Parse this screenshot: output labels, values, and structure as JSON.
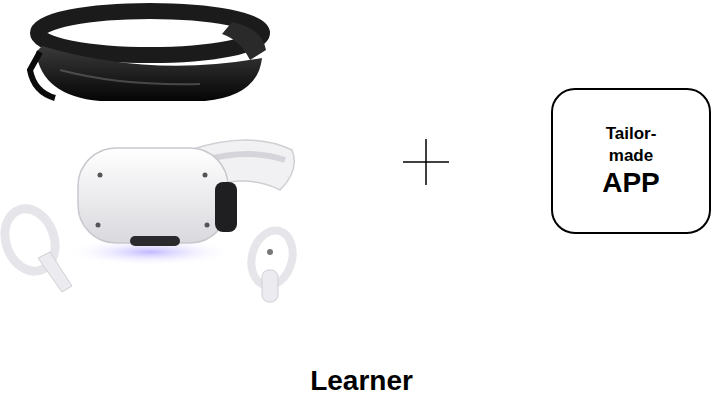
{
  "diagram": {
    "nodes": [
      {
        "text": [
          "Tailor- made",
          "APP"
        ]
      }
    ],
    "labels": [
      "Learner"
    ]
  }
}
